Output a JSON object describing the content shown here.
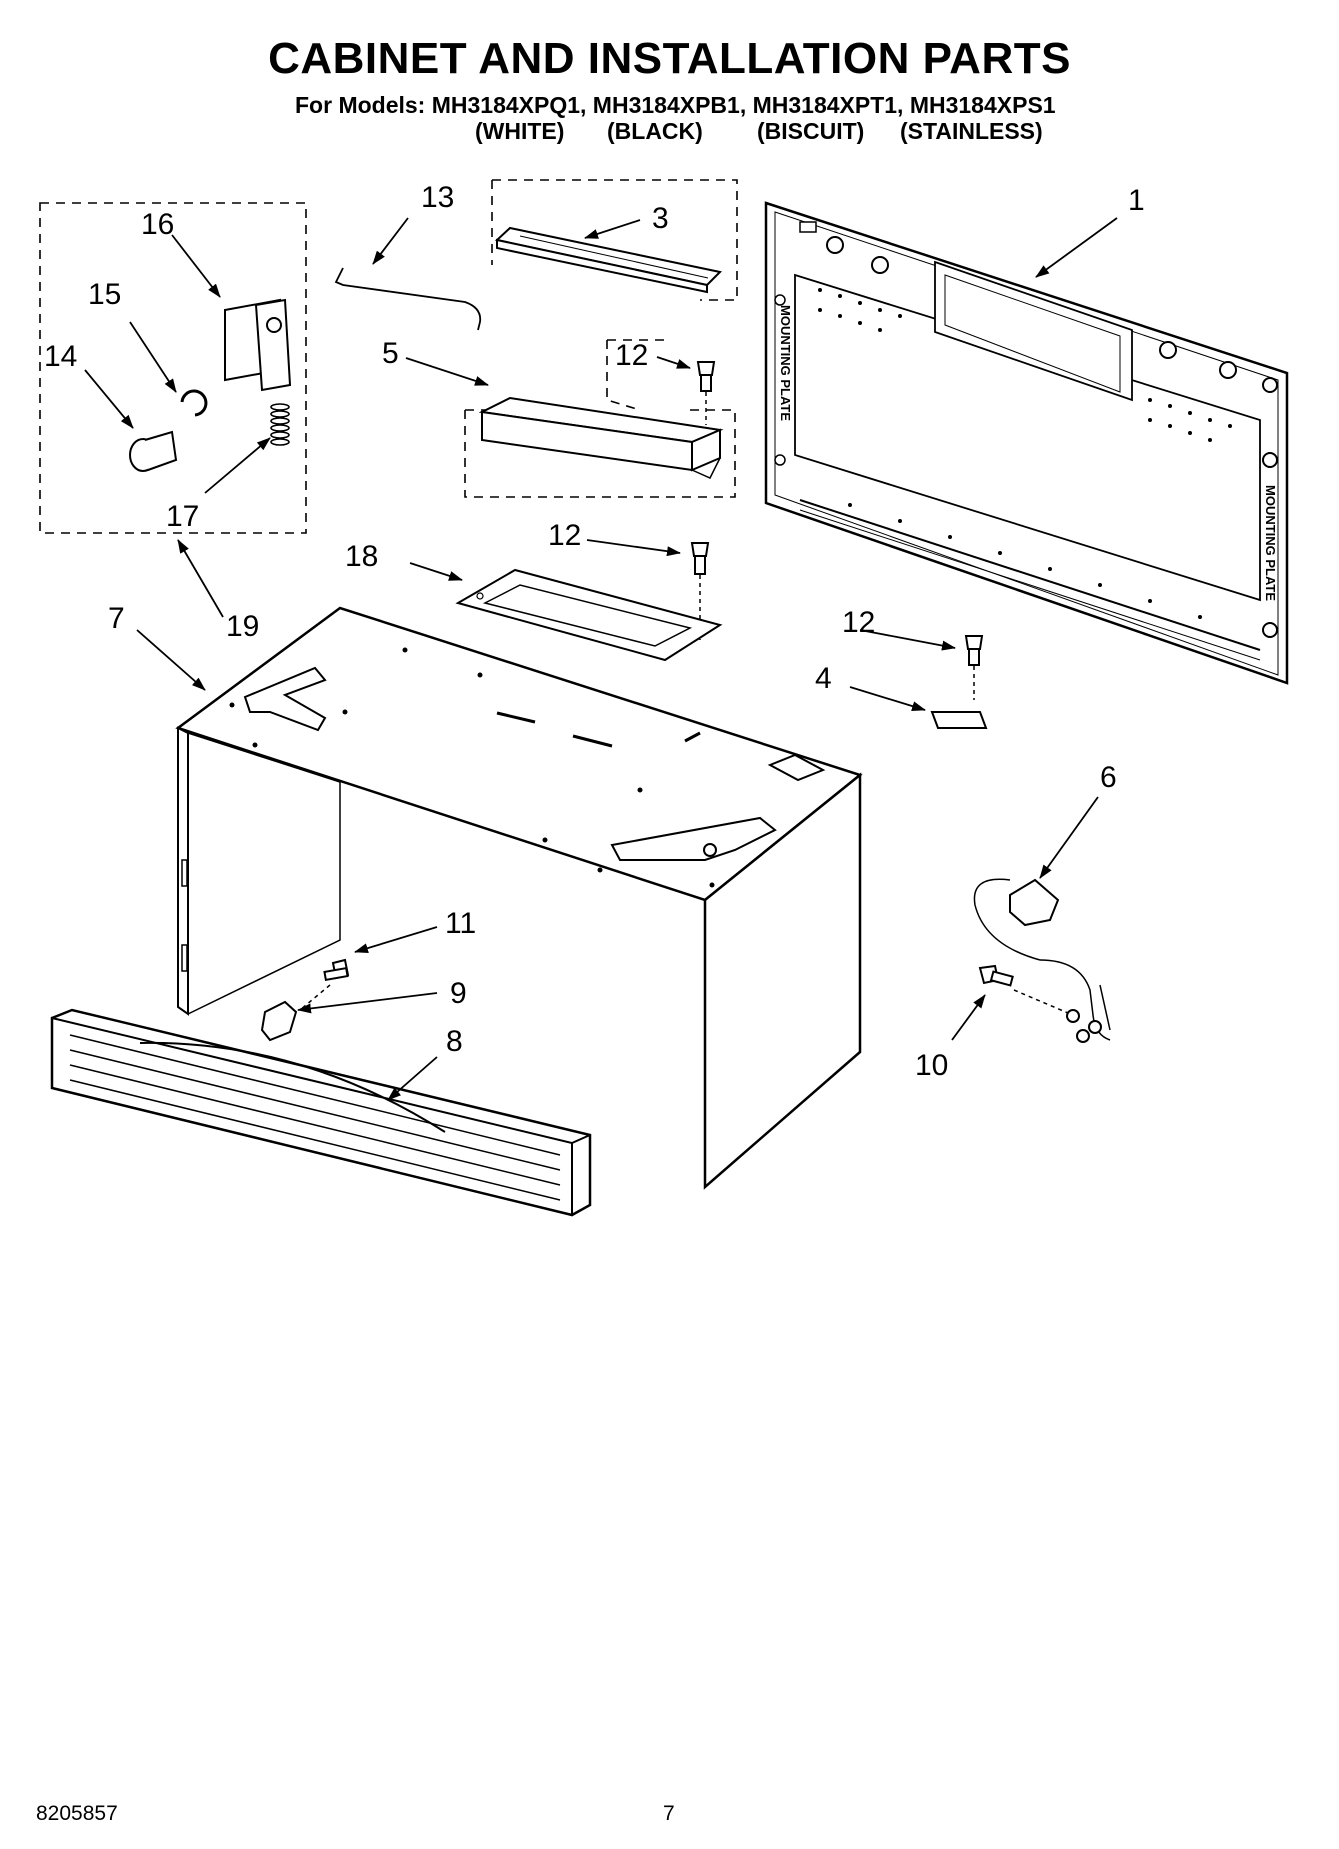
{
  "header": {
    "title": "CABINET AND INSTALLATION PARTS",
    "models_line": "For Models: MH3184XPQ1, MH3184XPB1, MH3184XPT1, MH3184XPS1",
    "finishes": [
      "(WHITE)",
      "(BLACK)",
      "(BISCUIT)",
      "(STAINLESS)"
    ]
  },
  "callouts": [
    "1",
    "3",
    "4",
    "5",
    "6",
    "7",
    "8",
    "9",
    "10",
    "11",
    "12",
    "12",
    "12",
    "13",
    "14",
    "15",
    "16",
    "17",
    "18",
    "19"
  ],
  "mounting_plate_labels": [
    "MOUNTING PLATE",
    "MOUNTING PLATE"
  ],
  "footer": {
    "doc_number": "8205857",
    "page": "7"
  }
}
